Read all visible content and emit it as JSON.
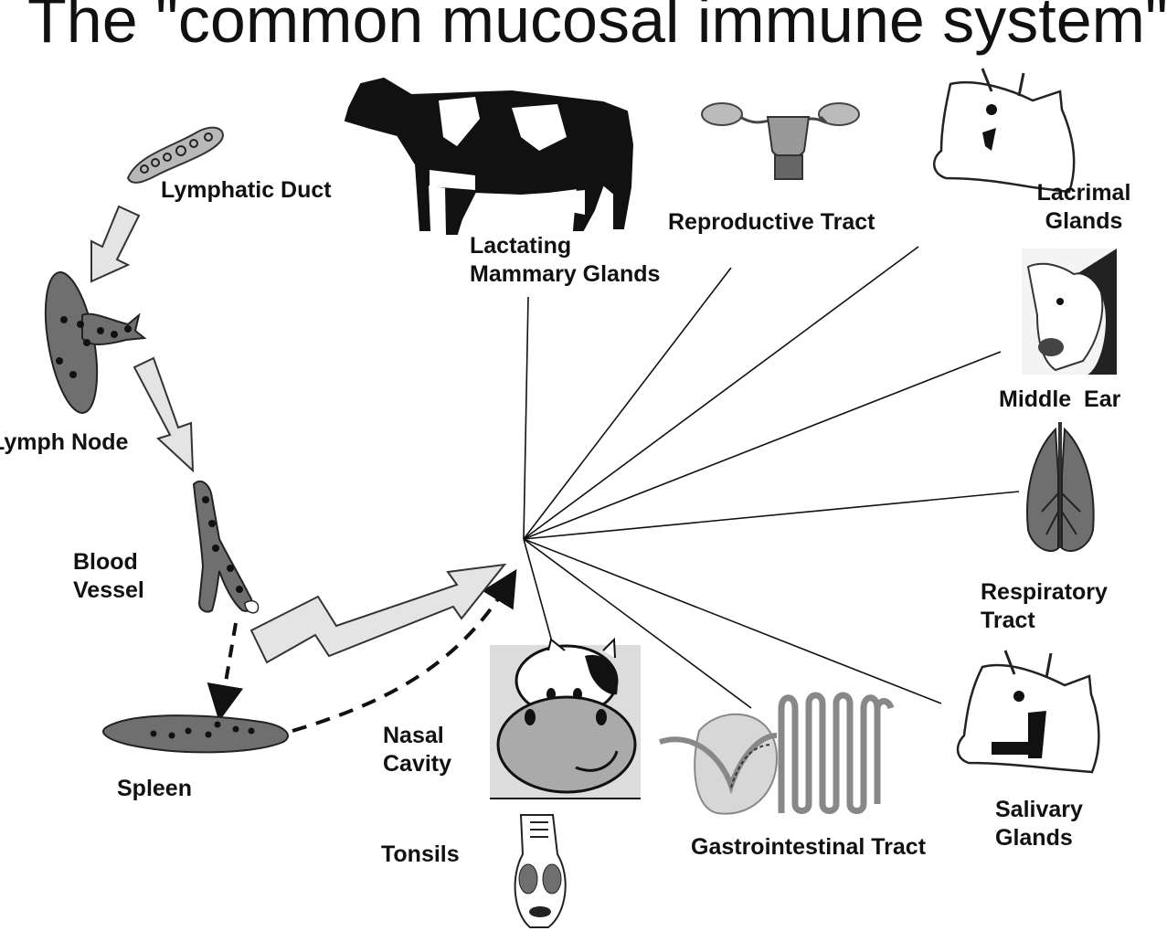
{
  "slide": {
    "title": "The \"common mucosal immune system\""
  },
  "labels": {
    "lymphatic_duct": "Lymphatic Duct",
    "lymph_node": "Lymph Node",
    "blood_vessel": [
      "Blood",
      "Vessel"
    ],
    "spleen": "Spleen",
    "nasal_cavity": [
      "Nasal",
      "Cavity"
    ],
    "tonsils": "Tonsils",
    "lactating_mammary_glands": [
      "Lactating",
      "Mammary Glands"
    ],
    "reproductive_tract": "Reproductive Tract",
    "lacrimal_glands": [
      "Lacrimal",
      "Glands"
    ],
    "middle_ear": "Middle  Ear",
    "respiratory_tract": [
      "Respiratory",
      "Tract"
    ],
    "salivary_glands": [
      "Salivary",
      "Glands"
    ],
    "gastrointestinal_tract": "Gastrointestinal Tract"
  },
  "colors": {
    "organ_fill": "#6f6f6f",
    "arrow_fill": "#e4e4e4",
    "line": "#111111"
  },
  "icons": [
    "cow-icon",
    "uterus-icon",
    "cow-head-icon",
    "cow-face-icon",
    "lungs-icon",
    "cartoon-cow-icon",
    "throat-icon",
    "intestine-icon"
  ]
}
